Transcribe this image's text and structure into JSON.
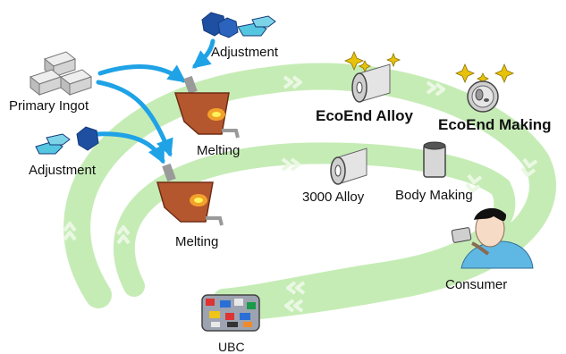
{
  "labels": {
    "primary_ingot": "Primary Ingot",
    "adjustment_top": "Adjustment",
    "adjustment_left": "Adjustment",
    "melting_top": "Melting",
    "melting_bottom": "Melting",
    "ecoend_alloy": "EcoEnd Alloy",
    "ecoend_making": "EcoEnd Making",
    "alloy_3000": "3000 Alloy",
    "body_making": "Body Making",
    "consumer": "Consumer",
    "ubc": "UBC"
  },
  "colors": {
    "loop": "#c6ecb6",
    "loop_chevron": "#eaf8e3",
    "arrow_blue": "#1fa2e6",
    "furnace": "#b4572f",
    "furnace_dark": "#6e2d14",
    "hopper_gray": "#9a9a9a",
    "ingot_gray": "#d4d4d4",
    "adjust_blue_dark": "#1f4fa0",
    "adjust_blue_light": "#54c6e0",
    "sparkle": "#e8c20a",
    "skin": "#f6dcc6"
  },
  "icons": {
    "primary_ingot": "ingot-stack-icon",
    "adjustment_top": "alloy-nuggets-icon",
    "adjustment_left": "alloy-nuggets-icon",
    "melting_top": "melting-furnace-icon",
    "melting_bottom": "melting-furnace-icon",
    "ecoend_alloy": "aluminum-coil-icon",
    "ecoend_making": "can-end-icon",
    "alloy_3000": "aluminum-coil-icon",
    "body_making": "can-body-icon",
    "consumer": "person-drinking-icon",
    "ubc": "crushed-can-bale-icon"
  }
}
